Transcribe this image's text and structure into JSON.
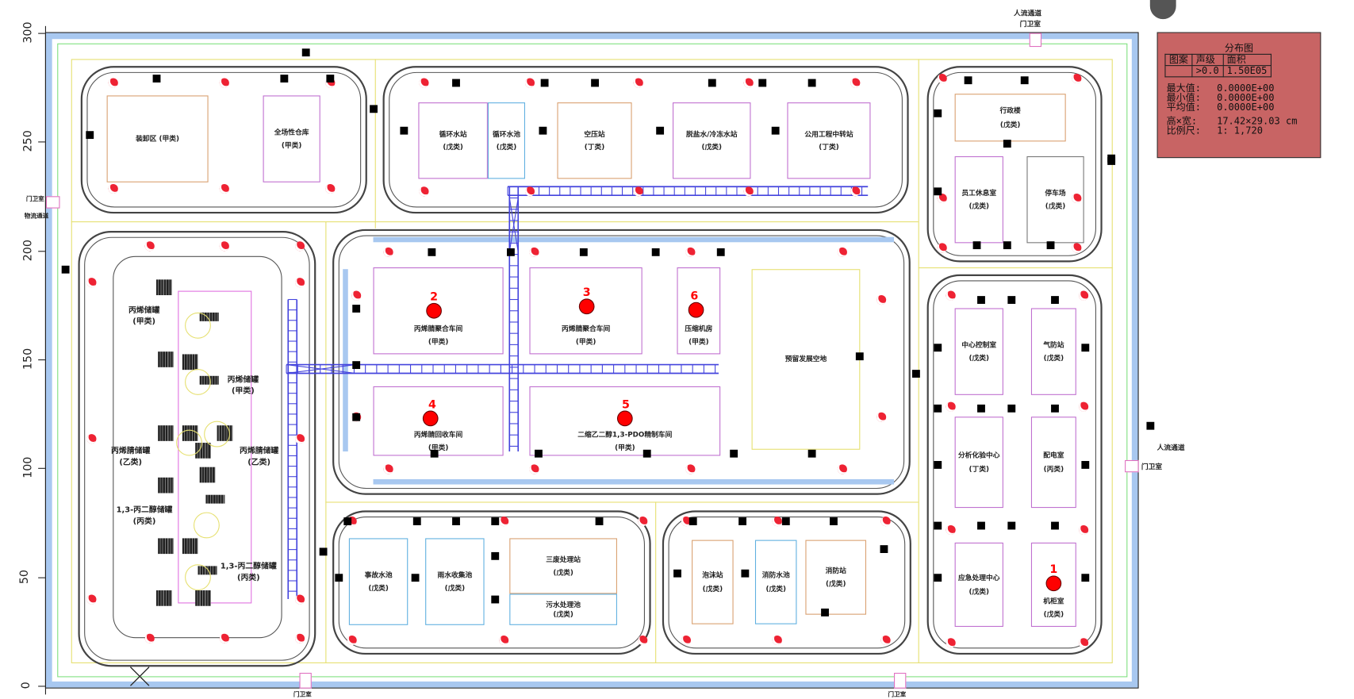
{
  "axis": {
    "y_ticks": [
      "0",
      "50",
      "100",
      "150",
      "200",
      "250",
      "300"
    ]
  },
  "legend": {
    "title": "分布图",
    "headers": [
      "图案",
      "声级",
      "面积"
    ],
    "row": {
      "pattern": "",
      "level": ">0.0",
      "area": "1.50E05"
    },
    "stats": [
      {
        "label": "最大值:",
        "value": "0.0000E+00"
      },
      {
        "label": "最小值:",
        "value": "0.0000E+00"
      },
      {
        "label": "平均值:",
        "value": "0.0000E+00"
      },
      {
        "label": "高×宽:",
        "value": "17.42×29.03 cm"
      },
      {
        "label": "比例尺:",
        "value": "1: 1,720"
      }
    ],
    "color": "#c86464"
  },
  "gates": {
    "top_flow": "人流通道",
    "top_guard": "门卫室",
    "left_guard": "门卫室",
    "left_flow": "物流通道",
    "right_flow": "人流通道",
    "right_guard": "门卫室",
    "bottom_guard_1": "门卫室",
    "bottom_guard_2": "门卫室"
  },
  "buildings": [
    {
      "name": "装卸区 (甲类)",
      "cls": ""
    },
    {
      "name": "全场性仓库",
      "cls": "(甲类)"
    },
    {
      "name": "循环水站",
      "cls": "(戊类)"
    },
    {
      "name": "循环水池",
      "cls": "(戊类)"
    },
    {
      "name": "空压站",
      "cls": "(丁类)"
    },
    {
      "name": "脱盐水/冷冻水站",
      "cls": "(戊类)"
    },
    {
      "name": "公用工程中转站",
      "cls": "(丁类)"
    },
    {
      "name": "行政楼",
      "cls": "(戊类)"
    },
    {
      "name": "员工休息室",
      "cls": "(戊类)"
    },
    {
      "name": "停车场",
      "cls": "(戊类)"
    },
    {
      "name": "丙烯腈聚合车间",
      "cls": "(甲类)"
    },
    {
      "name": "丙烯腈聚合车间",
      "cls": "(甲类)"
    },
    {
      "name": "压缩机房",
      "cls": "(甲类)"
    },
    {
      "name": "预留发展空地",
      "cls": ""
    },
    {
      "name": "丙烯腈回收车间",
      "cls": "(甲类)"
    },
    {
      "name": "二缩乙二醇1,3-PDO精制车间",
      "cls": "(甲类)"
    },
    {
      "name": "中心控制室",
      "cls": "(戊类)"
    },
    {
      "name": "气防站",
      "cls": "(戊类)"
    },
    {
      "name": "分析化验中心",
      "cls": "(丁类)"
    },
    {
      "name": "配电室",
      "cls": "(丙类)"
    },
    {
      "name": "应急处理中心",
      "cls": "(戊类)"
    },
    {
      "name": "机柜室",
      "cls": "(戊类)"
    },
    {
      "name": "事故水池",
      "cls": "(戊类)"
    },
    {
      "name": "雨水收集池",
      "cls": "(戊类)"
    },
    {
      "name": "三废处理站",
      "cls": "(戊类)"
    },
    {
      "name": "污水处理池",
      "cls": "(戊类)"
    },
    {
      "name": "泡沫站",
      "cls": "(戊类)"
    },
    {
      "name": "消防水池",
      "cls": "(戊类)"
    },
    {
      "name": "消防站",
      "cls": "(戊类)"
    }
  ],
  "tanks": [
    {
      "name": "丙烯储罐",
      "cls": "(甲类)"
    },
    {
      "name": "丙烯储罐",
      "cls": "(甲类)"
    },
    {
      "name": "丙烯腈储罐",
      "cls": "(乙类)"
    },
    {
      "name": "丙烯腈储罐",
      "cls": "(乙类)"
    },
    {
      "name": "1,3-丙二醇储罐",
      "cls": "(丙类)"
    },
    {
      "name": "1,3-丙二醇储罐",
      "cls": "(丙类)"
    }
  ],
  "markers": [
    "1",
    "2",
    "3",
    "4",
    "5",
    "6"
  ],
  "colors": {
    "marker": "#ff0000",
    "pipe_rack": "#4444dd",
    "wall": "#a8c8f0",
    "greenbelt": "#7ee07e",
    "road_edge": "#e6e070"
  }
}
